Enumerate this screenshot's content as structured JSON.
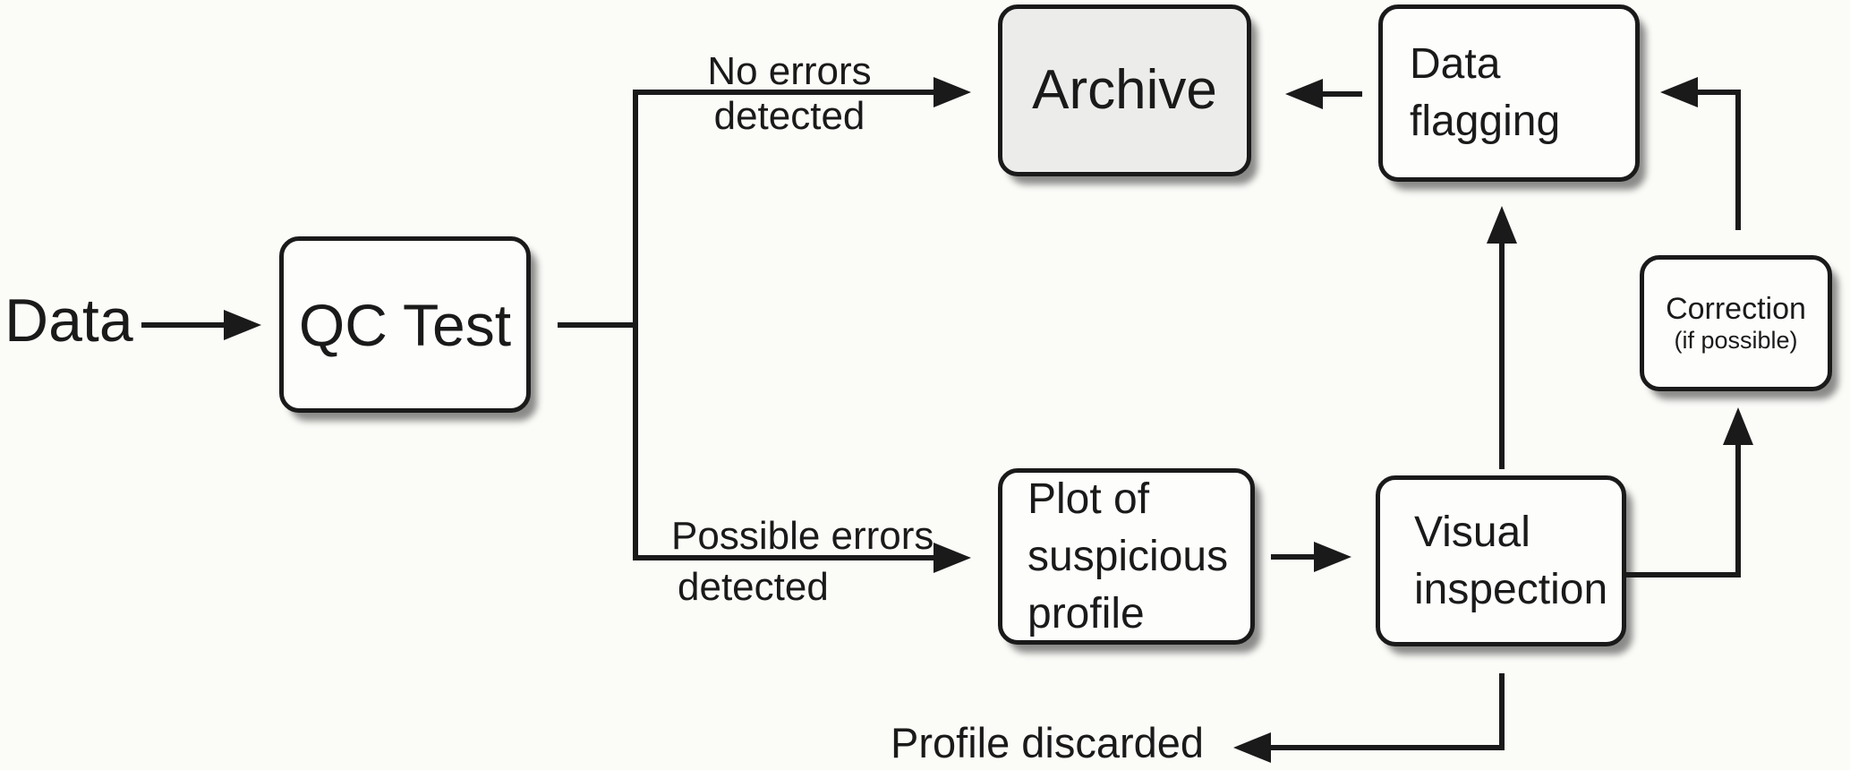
{
  "nodes": {
    "qc_test": "QC Test",
    "archive": "Archive",
    "data_flagging": "Data\nflagging",
    "plot_suspicious": "Plot of\nsuspicious\nprofile",
    "visual_inspection": "Visual\ninspection",
    "correction": "Correction",
    "correction_sub": "(if possible)"
  },
  "labels": {
    "data_input": "Data",
    "no_errors_line1": "No errors",
    "no_errors_line2": "detected",
    "possible_errors_line1": "Possible errors",
    "possible_errors_line2": "detected",
    "profile_discarded": "Profile discarded"
  },
  "colors": {
    "background": "#fbfbf8",
    "line_and_text": "#1a1a1a",
    "node_fill": "#fdfdfc",
    "archive_fill": "#ececea"
  }
}
